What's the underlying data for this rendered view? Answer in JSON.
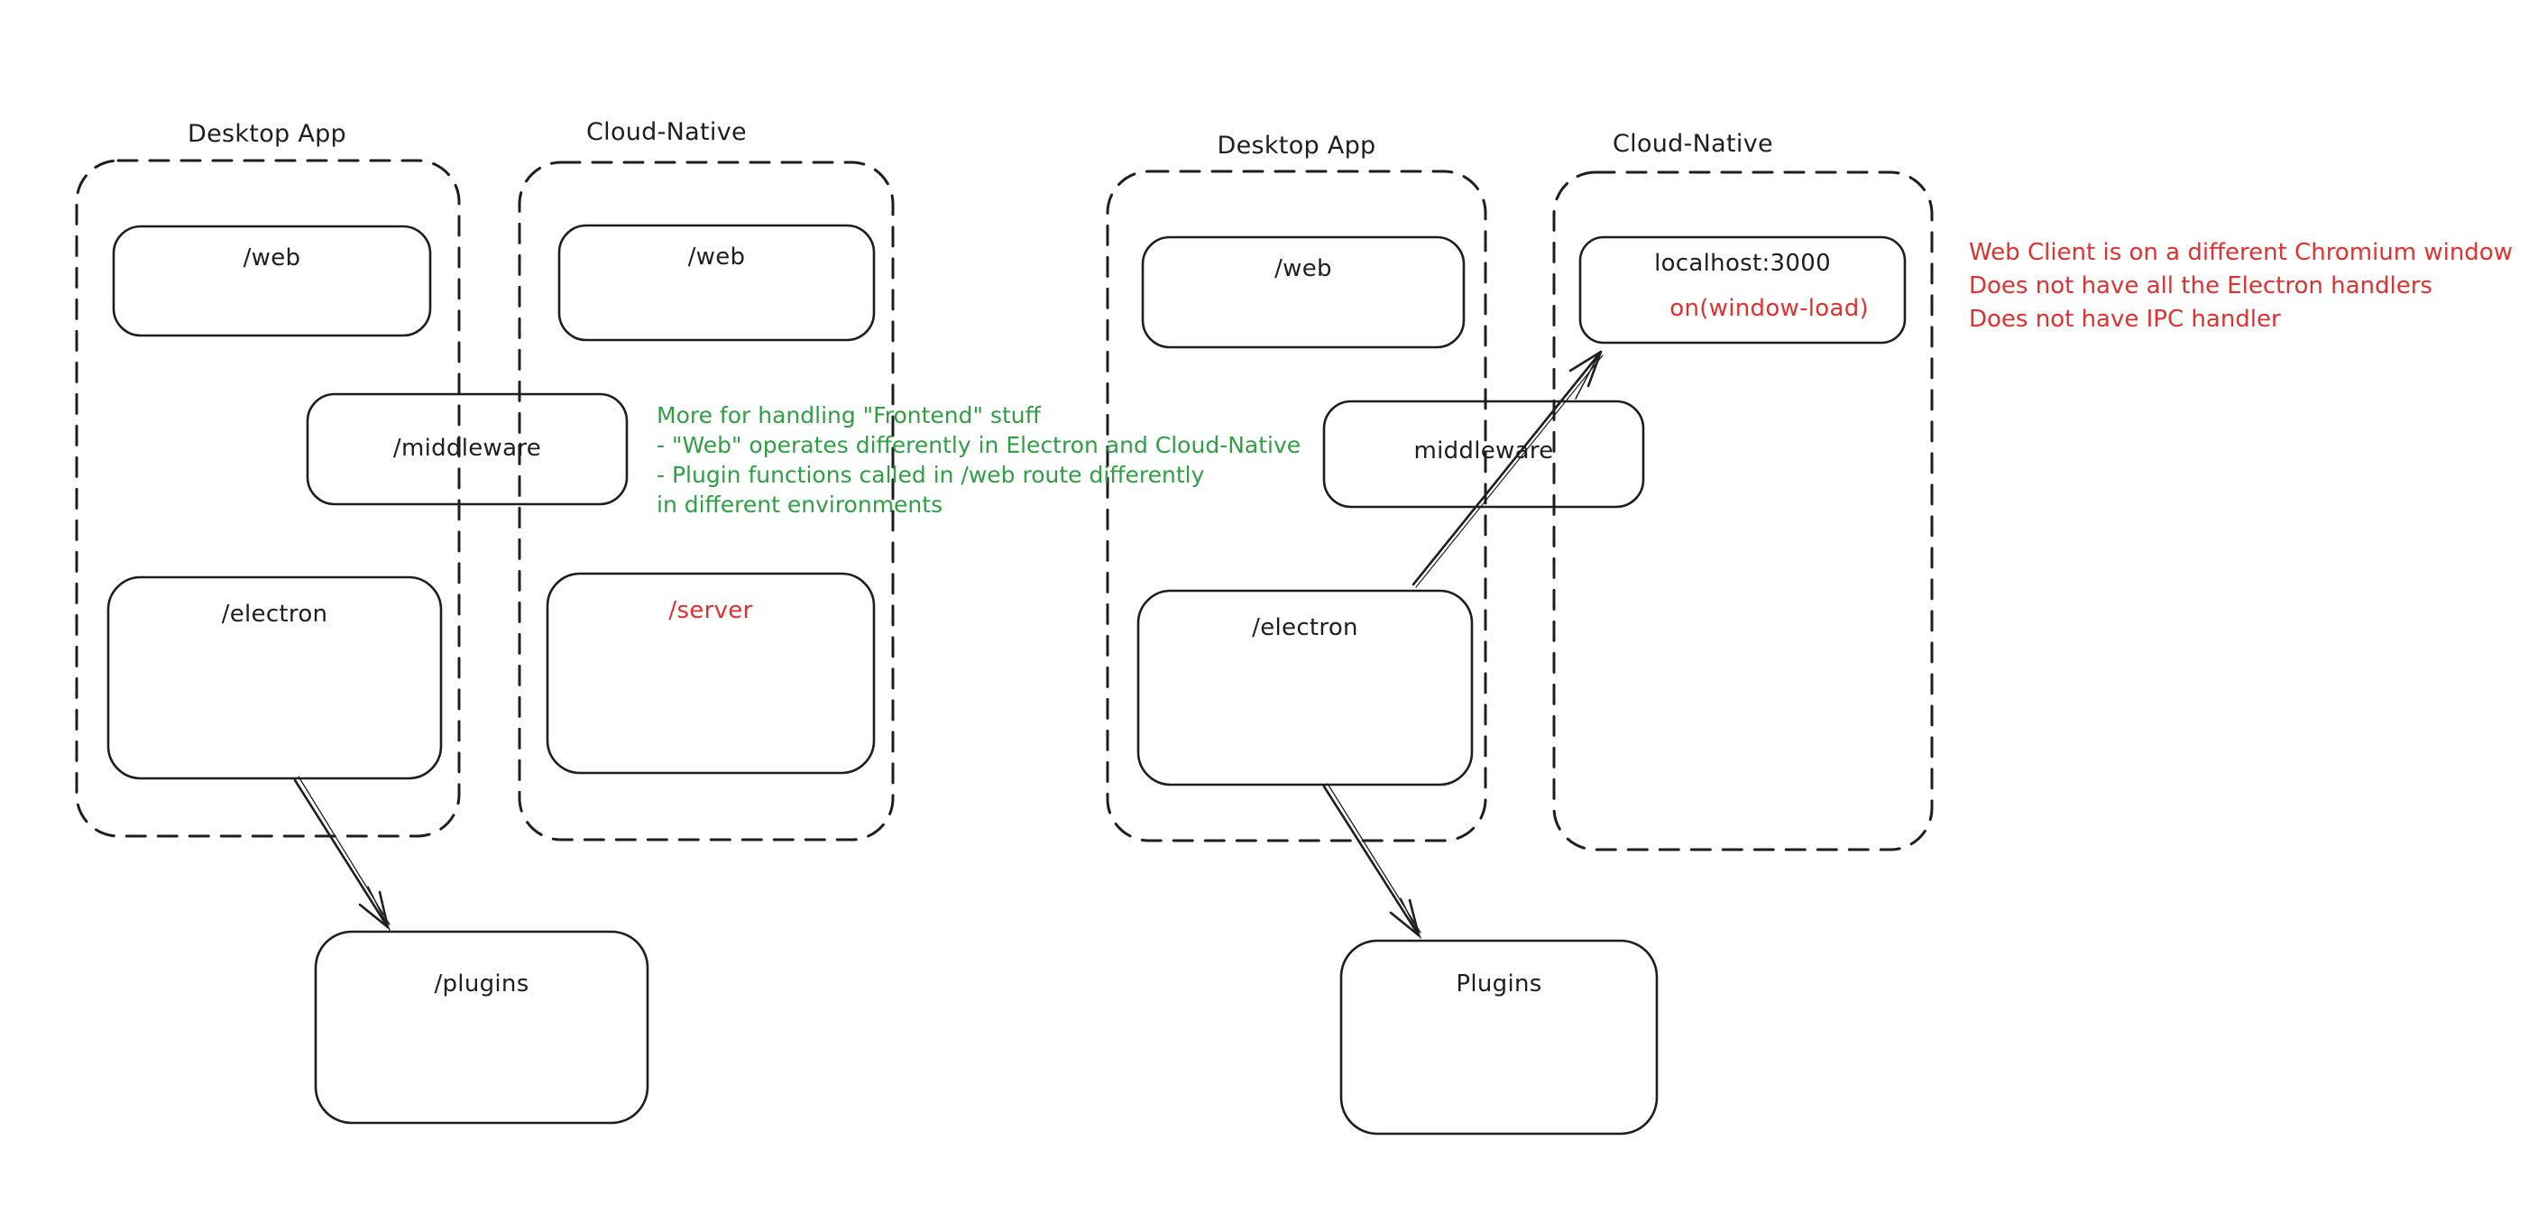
{
  "colors": {
    "ink": "#1e1e1e",
    "red": "#e03131",
    "green": "#2f9e44",
    "background": "#ffffff"
  },
  "left_diagram": {
    "desktop_app_label": "Desktop App",
    "cloud_native_label": "Cloud-Native",
    "web_desktop": "/web",
    "web_cloud": "/web",
    "middleware": "/middleware",
    "electron": "/electron",
    "server": "/server",
    "plugins": "/plugins",
    "green_note": [
      "More for handling \"Frontend\" stuff",
      "- \"Web\" operates differently in Electron and Cloud-Native",
      "- Plugin functions called in /web route differently",
      "in different environments"
    ]
  },
  "right_diagram": {
    "desktop_app_label": "Desktop App",
    "cloud_native_label": "Cloud-Native",
    "web_desktop": "/web",
    "localhost": "localhost:3000",
    "on_window_load": "on(window-load)",
    "middleware": "middleware",
    "electron": "/electron",
    "plugins": "Plugins",
    "red_note": [
      "Web Client is on a different Chromium window",
      "Does not have all the Electron handlers",
      "Does not have IPC handler"
    ]
  }
}
